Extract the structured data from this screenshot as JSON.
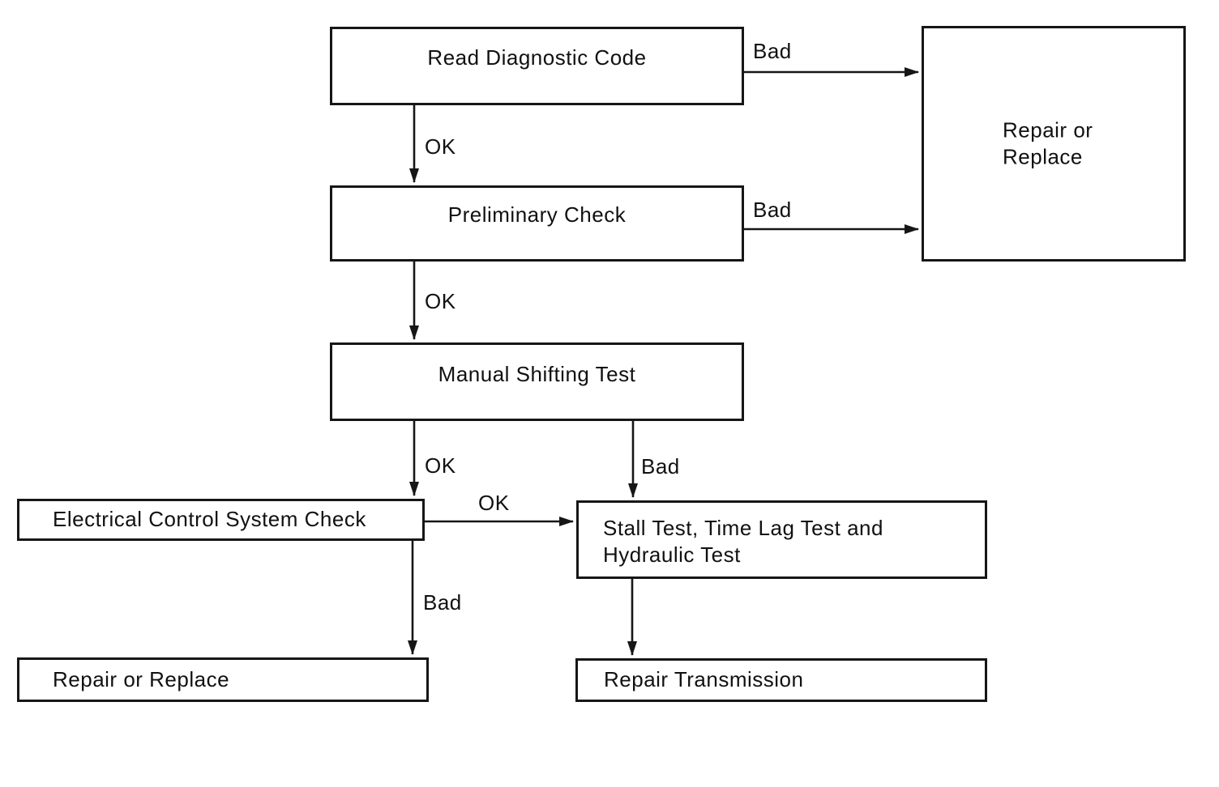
{
  "diagram": {
    "nodes": [
      {
        "id": "read-diagnostic-code",
        "label": "Read Diagnostic Code"
      },
      {
        "id": "preliminary-check",
        "label": "Preliminary Check"
      },
      {
        "id": "manual-shifting-test",
        "label": "Manual Shifting Test"
      },
      {
        "id": "repair-or-replace-right",
        "label": "Repair or Replace"
      },
      {
        "id": "electrical-control-system-check",
        "label": "Electrical Control System Check"
      },
      {
        "id": "stall-test-time-lag-hydraulic",
        "label": "Stall Test, Time Lag Test and Hydraulic Test"
      },
      {
        "id": "repair-or-replace-bottom",
        "label": "Repair or Replace"
      },
      {
        "id": "repair-transmission",
        "label": "Repair Transmission"
      }
    ],
    "edge_labels": [
      {
        "id": "ok-read-to-preliminary",
        "text": "OK"
      },
      {
        "id": "bad-read-to-repair",
        "text": "Bad"
      },
      {
        "id": "ok-preliminary-to-manual",
        "text": "OK"
      },
      {
        "id": "bad-preliminary-to-repair",
        "text": "Bad"
      },
      {
        "id": "ok-manual-to-electrical",
        "text": "OK"
      },
      {
        "id": "bad-manual-to-stall",
        "text": "Bad"
      },
      {
        "id": "ok-electrical-to-stall",
        "text": "OK"
      },
      {
        "id": "bad-electrical-to-repair",
        "text": "Bad"
      }
    ],
    "colors": {
      "background": "#ffffff",
      "line": "#161616",
      "text": "#111111"
    }
  }
}
